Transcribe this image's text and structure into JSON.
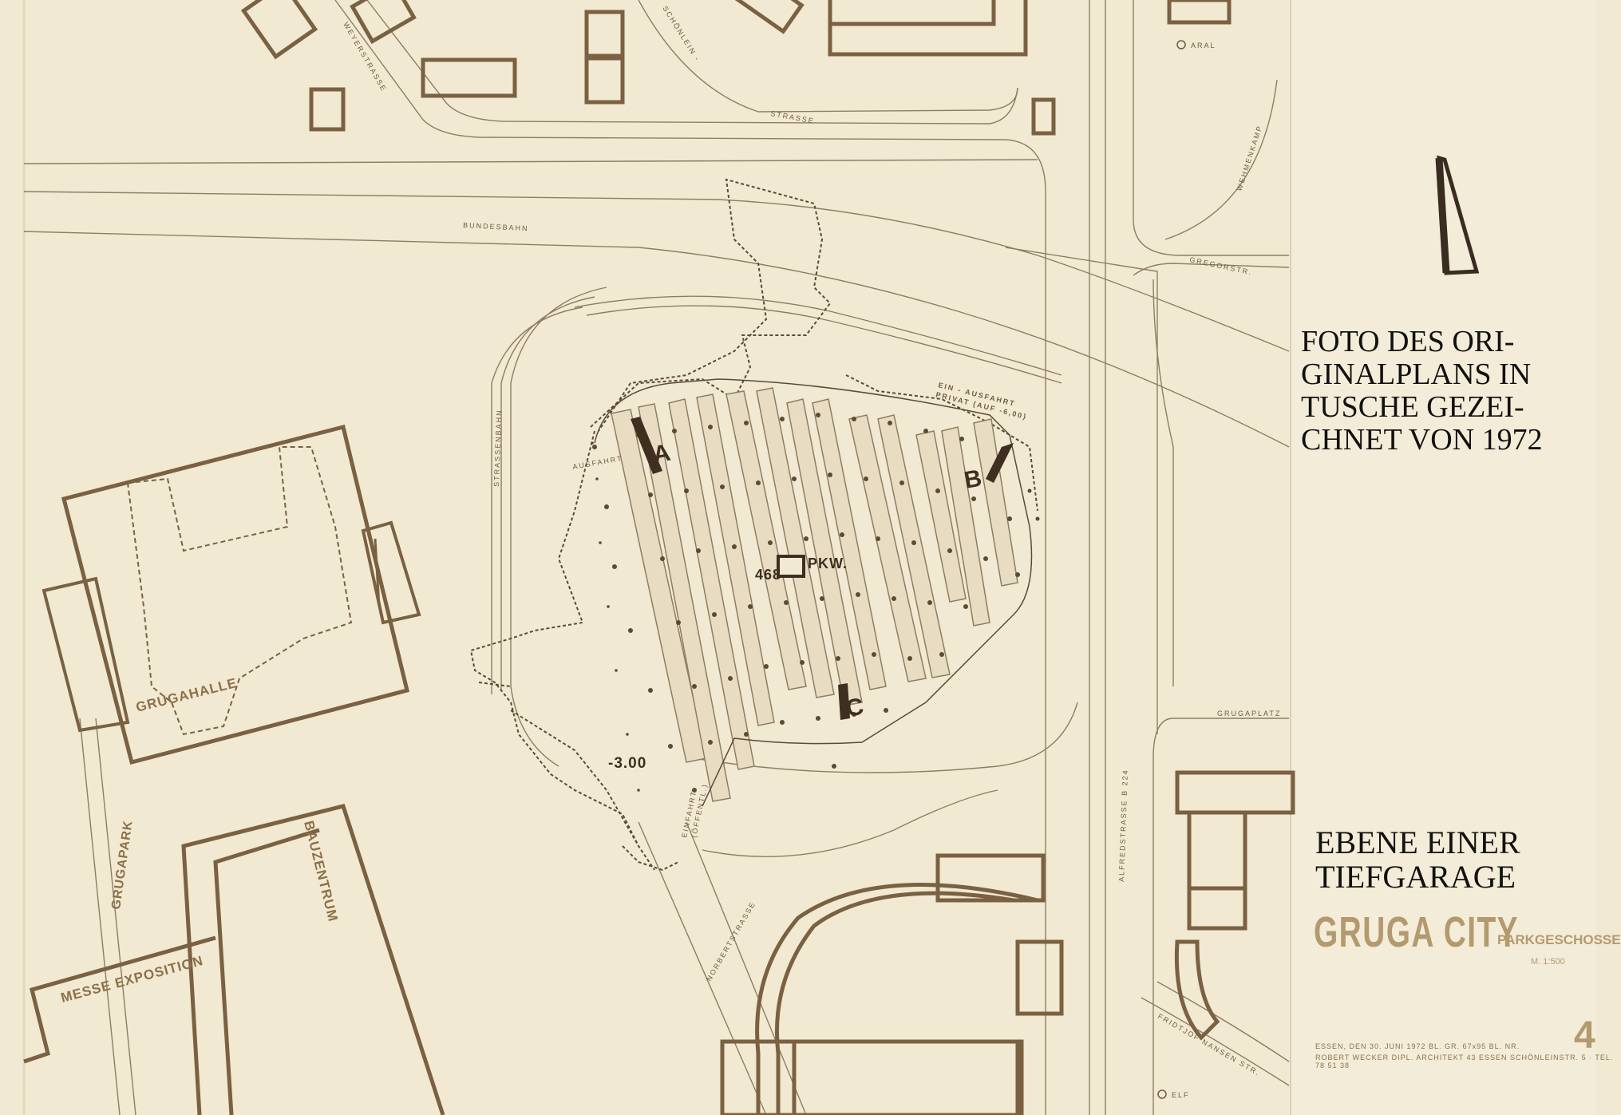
{
  "plan": {
    "streets": {
      "weyerstrasse": "WEYERSTRASSE",
      "schoenlein": "SCHÖNLEIN -",
      "strasse": "STRASSE",
      "bundesbahn": "BUNDESBAHN",
      "strassenbahn": "STRASSENBAHN",
      "wehmenkamp": "WEHMENKAMP",
      "gregorstr": "GREGORSTR.",
      "grugaplatz": "GRUGAPLATZ",
      "alfredstrasse": "ALFREDSTRASSE   B 224",
      "norbertstrasse": "NORBERTSTRASSE",
      "fridtjof": "FRIDTJOF NANSEN STR."
    },
    "stations": {
      "aral": "ARAL",
      "elf": "ELF"
    },
    "buildings": {
      "grugahalle": "GRUGAHALLE",
      "bauzentrum": "BAUZENTRUM",
      "grugapark": "GRUGAPARK",
      "messe": "MESSE EXPOSITION"
    },
    "garage": {
      "ein_ausfahrt_1": "EIN - AUSFAHRT",
      "ein_ausfahrt_2": "PRIVAT (AUF -6,00)",
      "ausfahrt": "AUSFAHRT",
      "einfahrt_1": "EINFAHRT",
      "einfahrt_2": "(ÖFFENTL.)",
      "capacity": "468",
      "unit": "PKW.",
      "level": "-3.00",
      "stair_a": "A",
      "stair_b": "B",
      "stair_c": "C"
    }
  },
  "overlay": {
    "note": "FOTO DES ORI-\nGINALPLANS IN\nTUSCHE GEZEI-\nCHNET VON 1972",
    "level": "EBENE  EINER\nTIEFGARAGE"
  },
  "title_block": {
    "title": "GRUGA CITY",
    "subtitle": "PARKGESCHOSSE",
    "scale": "M. 1:500",
    "sheet_no": "4",
    "footer_line1": "ESSEN, DEN 30. JUNI 1972     BL. GR. 67x95     BL. NR.",
    "footer_line2": "ROBERT WECKER DIPL. ARCHITEKT  43 ESSEN  SCHÖNLEINSTR. 5 · TEL. 78 51 38"
  }
}
